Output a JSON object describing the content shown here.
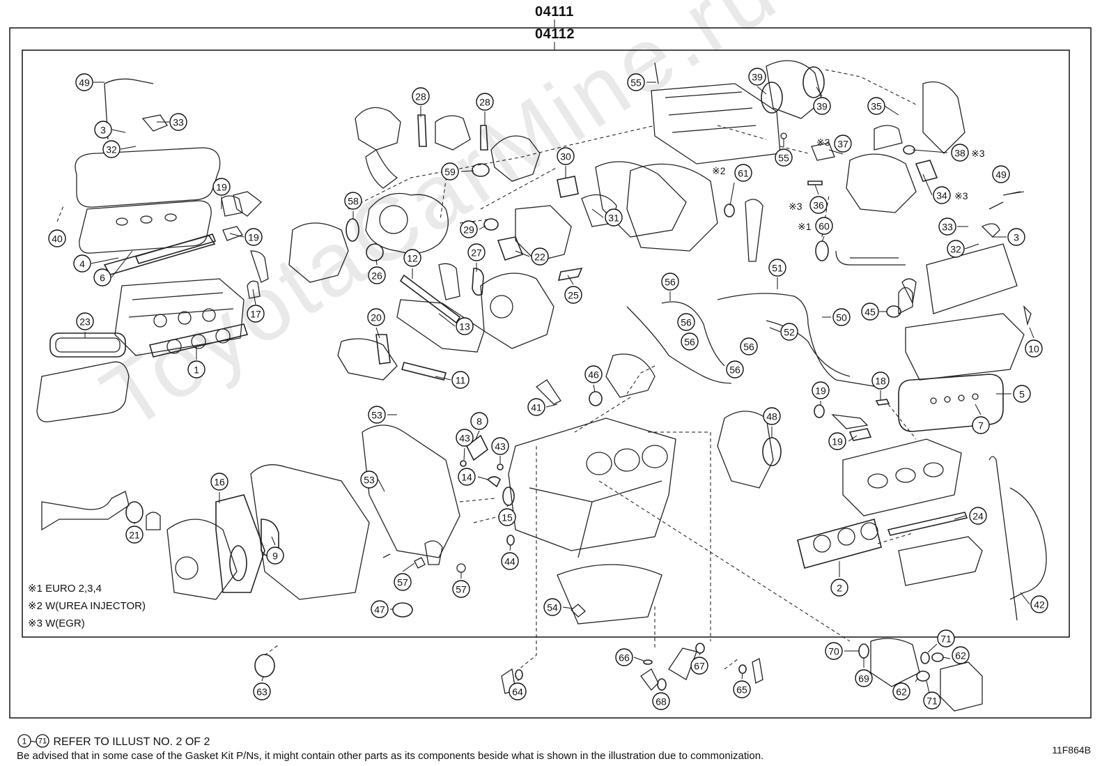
{
  "diagram": {
    "outer_code": "04111",
    "inner_code": "04112",
    "watermark": "ToyotaCarMine.ru",
    "illustration_id": "11F864B",
    "notes": [
      {
        "mark": "※1",
        "text": "EURO 2,3,4"
      },
      {
        "mark": "※2",
        "text": "W(UREA INJECTOR)"
      },
      {
        "mark": "※3",
        "text": "W(EGR)"
      }
    ],
    "footer": {
      "refer_start": "1",
      "refer_end": "71",
      "refer_text": "REFER TO ILLUST NO. 2 OF 2",
      "disclaimer": "Be advised that in some case of the Gasket Kit P/Ns,  it might contain other parts as its components beside what is shown in the illustration due to commonization."
    },
    "callouts": [
      {
        "n": "49"
      },
      {
        "n": "3"
      },
      {
        "n": "32"
      },
      {
        "n": "33"
      },
      {
        "n": "40"
      },
      {
        "n": "4"
      },
      {
        "n": "6"
      },
      {
        "n": "19"
      },
      {
        "n": "19"
      },
      {
        "n": "17"
      },
      {
        "n": "23"
      },
      {
        "n": "1"
      },
      {
        "n": "28"
      },
      {
        "n": "28"
      },
      {
        "n": "59"
      },
      {
        "n": "58"
      },
      {
        "n": "26"
      },
      {
        "n": "30"
      },
      {
        "n": "29"
      },
      {
        "n": "31"
      },
      {
        "n": "22"
      },
      {
        "n": "27"
      },
      {
        "n": "12"
      },
      {
        "n": "25"
      },
      {
        "n": "13"
      },
      {
        "n": "20"
      },
      {
        "n": "11"
      },
      {
        "n": "55"
      },
      {
        "n": "39"
      },
      {
        "n": "39"
      },
      {
        "n": "55"
      },
      {
        "n": "61"
      },
      {
        "n": "37"
      },
      {
        "n": "36"
      },
      {
        "n": "60"
      },
      {
        "n": "35"
      },
      {
        "n": "38"
      },
      {
        "n": "34"
      },
      {
        "n": "49"
      },
      {
        "n": "33"
      },
      {
        "n": "3"
      },
      {
        "n": "32"
      },
      {
        "n": "56"
      },
      {
        "n": "56"
      },
      {
        "n": "56"
      },
      {
        "n": "56"
      },
      {
        "n": "56"
      },
      {
        "n": "51"
      },
      {
        "n": "52"
      },
      {
        "n": "50"
      },
      {
        "n": "45"
      },
      {
        "n": "10"
      },
      {
        "n": "46"
      },
      {
        "n": "41"
      },
      {
        "n": "18"
      },
      {
        "n": "5"
      },
      {
        "n": "7"
      },
      {
        "n": "19"
      },
      {
        "n": "19"
      },
      {
        "n": "53"
      },
      {
        "n": "53"
      },
      {
        "n": "8"
      },
      {
        "n": "43"
      },
      {
        "n": "43"
      },
      {
        "n": "14"
      },
      {
        "n": "15"
      },
      {
        "n": "44"
      },
      {
        "n": "16"
      },
      {
        "n": "21"
      },
      {
        "n": "9"
      },
      {
        "n": "57"
      },
      {
        "n": "57"
      },
      {
        "n": "47"
      },
      {
        "n": "48"
      },
      {
        "n": "24"
      },
      {
        "n": "2"
      },
      {
        "n": "42"
      },
      {
        "n": "54"
      },
      {
        "n": "63"
      },
      {
        "n": "64"
      },
      {
        "n": "66"
      },
      {
        "n": "68"
      },
      {
        "n": "67"
      },
      {
        "n": "65"
      },
      {
        "n": "70"
      },
      {
        "n": "69"
      },
      {
        "n": "71"
      },
      {
        "n": "62"
      },
      {
        "n": "62"
      },
      {
        "n": "71"
      }
    ],
    "special_marks": [
      "※3",
      "※2",
      "※3",
      "※1",
      "※3",
      "※3"
    ]
  }
}
